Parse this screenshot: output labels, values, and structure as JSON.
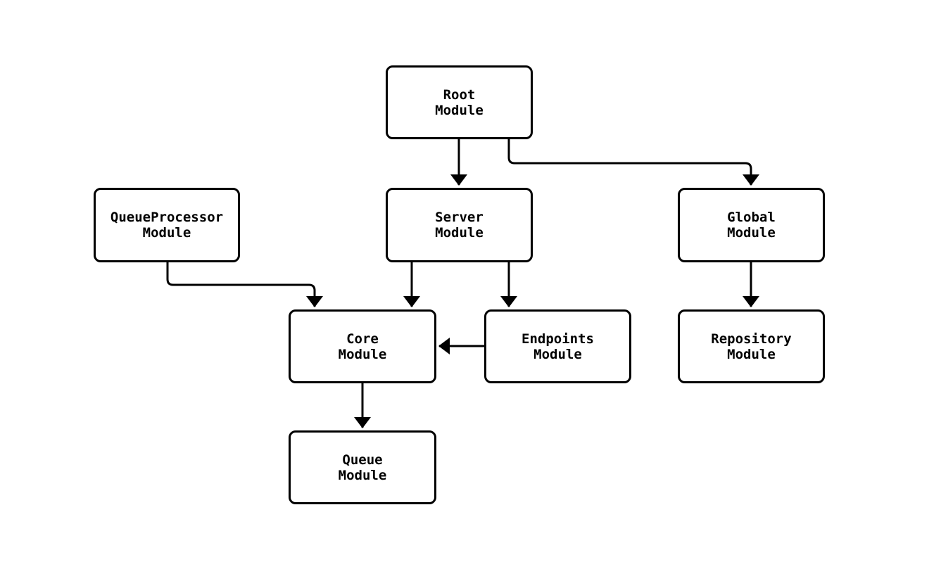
{
  "diagram": {
    "background_color": "#ffffff",
    "stroke_color": "#000000",
    "node_fill_color": "#ffffff",
    "text_color": "#000000",
    "nodes": [
      {
        "id": "root",
        "line1": "Root",
        "line2": "Module"
      },
      {
        "id": "queueprocessor",
        "line1": "QueueProcessor",
        "line2": "Module"
      },
      {
        "id": "server",
        "line1": "Server",
        "line2": "Module"
      },
      {
        "id": "global",
        "line1": "Global",
        "line2": "Module"
      },
      {
        "id": "core",
        "line1": "Core",
        "line2": "Module"
      },
      {
        "id": "endpoints",
        "line1": "Endpoints",
        "line2": "Module"
      },
      {
        "id": "repository",
        "line1": "Repository",
        "line2": "Module"
      },
      {
        "id": "queue",
        "line1": "Queue",
        "line2": "Module"
      }
    ],
    "edges": [
      {
        "from": "Root Module",
        "to": "Server Module"
      },
      {
        "from": "Root Module",
        "to": "Global Module"
      },
      {
        "from": "QueueProcessor Module",
        "to": "Core Module"
      },
      {
        "from": "Server Module",
        "to": "Core Module"
      },
      {
        "from": "Server Module",
        "to": "Endpoints Module"
      },
      {
        "from": "Endpoints Module",
        "to": "Core Module"
      },
      {
        "from": "Global Module",
        "to": "Repository Module"
      },
      {
        "from": "Core Module",
        "to": "Queue Module"
      }
    ]
  }
}
